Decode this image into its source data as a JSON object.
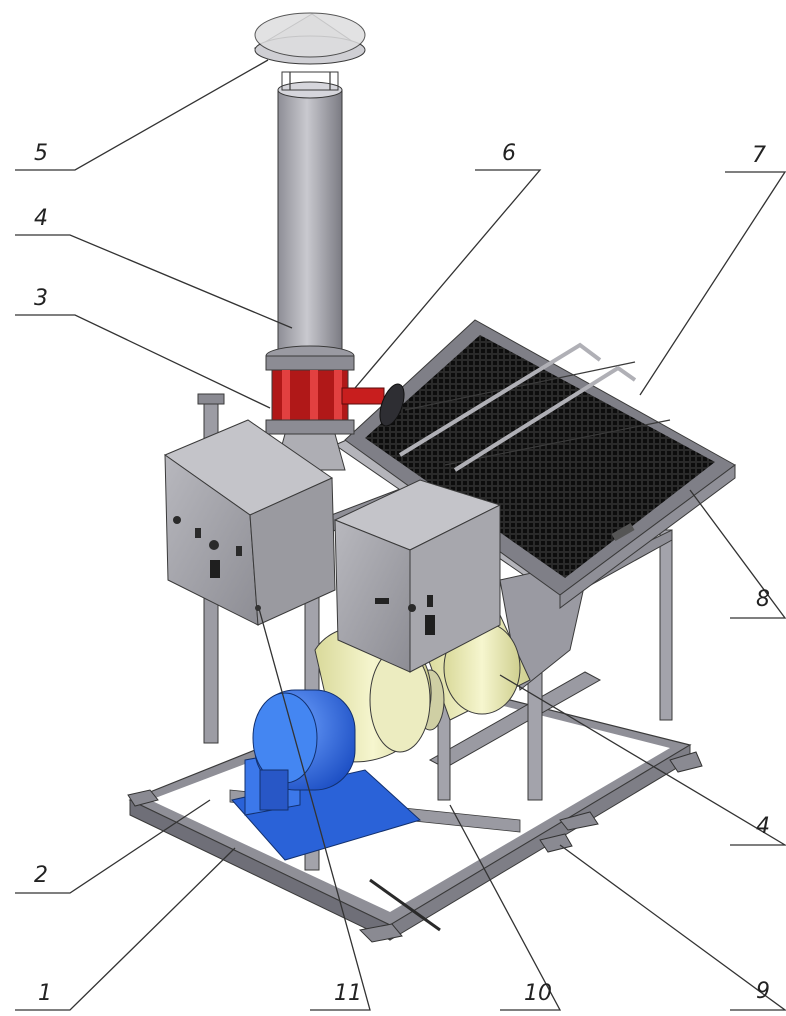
{
  "callouts": [
    {
      "id": "c5",
      "label": "5"
    },
    {
      "id": "c6",
      "label": "6"
    },
    {
      "id": "c7",
      "label": "7"
    },
    {
      "id": "c4a",
      "label": "4"
    },
    {
      "id": "c3",
      "label": "3"
    },
    {
      "id": "c8",
      "label": "8"
    },
    {
      "id": "c4b",
      "label": "4"
    },
    {
      "id": "c2",
      "label": "2"
    },
    {
      "id": "c9",
      "label": "9"
    },
    {
      "id": "c1",
      "label": "1"
    },
    {
      "id": "c11",
      "label": "11"
    },
    {
      "id": "c10",
      "label": "10"
    }
  ],
  "colors": {
    "steel": "#a9a9b0",
    "steel_dark": "#6f6f78",
    "panel": "#9c9ca2",
    "motor_blue": "#2f6fe0",
    "fan_yellow": "#eeeeb8",
    "damper_red": "#c81e1e",
    "mesh": "#1c1c1c"
  }
}
